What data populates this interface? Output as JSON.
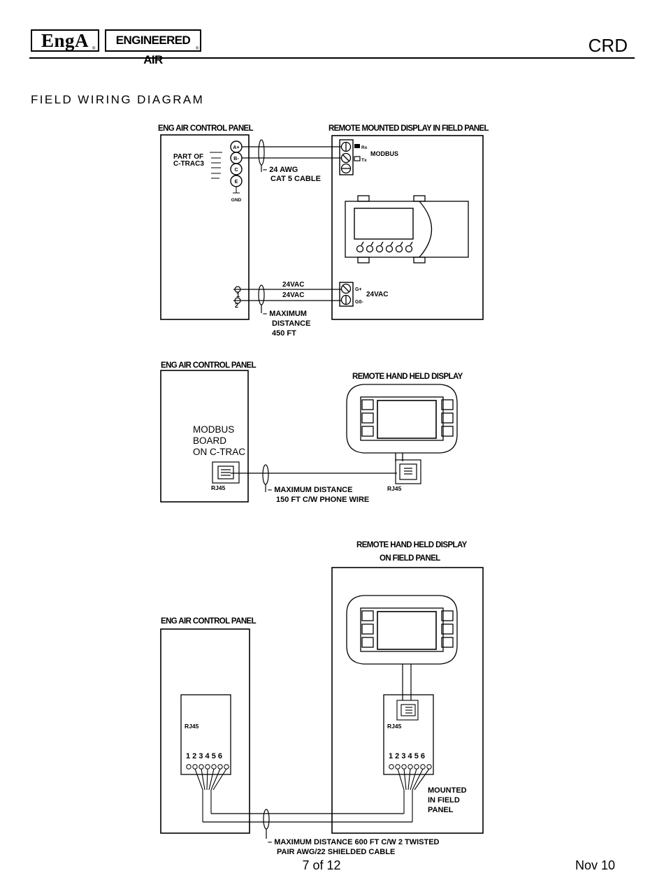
{
  "header": {
    "logo_mark": "EngA",
    "logo_name": "ENGINEERED AIR",
    "registered": "®",
    "doc_code": "CRD"
  },
  "section_title": "FIELD WIRING DIAGRAM",
  "diagram1": {
    "left_panel_title": "ENG AIR CONTROL PANEL",
    "right_panel_title": "REMOTE MOUNTED DISPLAY IN FIELD PANEL",
    "part_of_line1": "PART OF",
    "part_of_line2": "C-TRAC3",
    "terminal_a": "A+",
    "terminal_b": "B-",
    "terminal_c": "C",
    "terminal_e": "E",
    "gnd": "GND",
    "rx": "Rx",
    "tx": "Tx",
    "modbus": "MODBUS",
    "cable_line1": "24 AWG",
    "cable_line2": "CAT 5 CABLE",
    "vac_top": "24VAC",
    "vac_bottom": "24VAC",
    "term_1": "1",
    "term_2": "2",
    "g_plus": "G+",
    "g0_minus": "G0-",
    "vac_right": "24VAC",
    "dist_line1": "MAXIMUM",
    "dist_line2": "DISTANCE",
    "dist_line3": "450 FT"
  },
  "diagram2": {
    "left_panel_title": "ENG AIR CONTROL PANEL",
    "right_title": "REMOTE HAND HELD DISPLAY",
    "board_line1": "MODBUS",
    "board_line2": "BOARD",
    "board_line3": "ON C-TRAC",
    "rj45_left": "RJ45",
    "rj45_right": "RJ45",
    "dist_line1": "MAXIMUM DISTANCE",
    "dist_line2": "150 FT C/W  PHONE WIRE"
  },
  "diagram3": {
    "right_title_line1": "REMOTE HAND HELD DISPLAY",
    "right_title_line2": "ON FIELD PANEL",
    "left_panel_title": "ENG AIR CONTROL PANEL",
    "rj45_left": "RJ45",
    "rj45_right": "RJ45",
    "pins_left": "1 2 3 4 5 6",
    "pins_right": "1 2 3 4 5 6",
    "mounted_line1": "MOUNTED",
    "mounted_line2": "IN FIELD",
    "mounted_line3": "PANEL",
    "dist_line1": "MAXIMUM DISTANCE 600 FT C/W 2 TWISTED",
    "dist_line2": "PAIR AWG/22 SHIELDED CABLE"
  },
  "footer": {
    "page": "7 of 12",
    "date": "Nov 10"
  }
}
